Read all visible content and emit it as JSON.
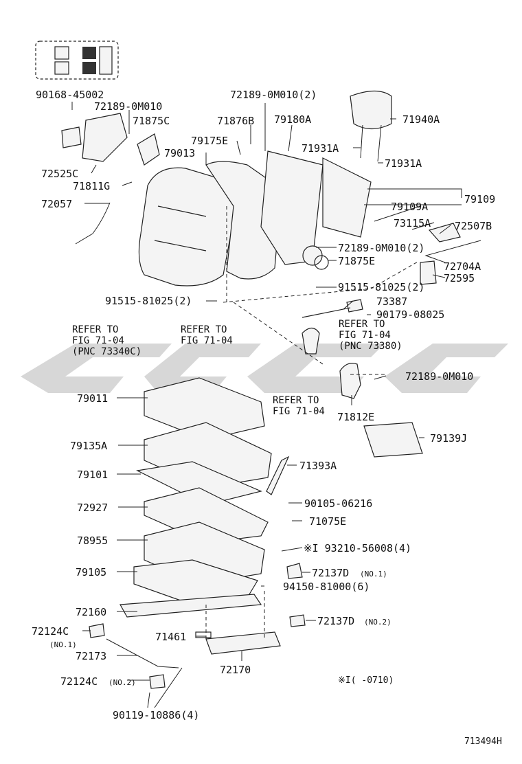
{
  "labels": {
    "p90168": "90168-45002",
    "p72189_top": "72189-0M010",
    "p72189_2": "72189-0M010(2)",
    "p71875C": "71875C",
    "p71876B": "71876B",
    "p79180A": "79180A",
    "p71940A": "71940A",
    "p79175E": "79175E",
    "p79013": "79013",
    "p71931A_1": "71931A",
    "p71931A_2": "71931A",
    "p72525C": "72525C",
    "p71811G": "71811G",
    "p72057": "72057",
    "p79109": "79109",
    "p79109A": "79109A",
    "p73115A": "73115A",
    "p72507B": "72507B",
    "p72189_2b": "72189-0M010(2)",
    "p71875E": "71875E",
    "p72704A": "72704A",
    "p91515_right": "91515-81025(2)",
    "p72595": "72595",
    "p91515_left": "91515-81025(2)",
    "p73387": "73387",
    "p90179": "90179-08025",
    "p72189_single": "72189-0M010",
    "p79011": "79011",
    "p71812E": "71812E",
    "p79139J": "79139J",
    "p79135A": "79135A",
    "p71393A": "71393A",
    "p79101": "79101",
    "p90105": "90105-06216",
    "p72927": "72927",
    "p71075E": "71075E",
    "p78955": "78955",
    "p93210": "※I 93210-56008(4)",
    "p79105": "79105",
    "p72137D_1": "72137D",
    "p72137D_1_note": "(NO.1)",
    "p94150": "94150-81000(6)",
    "p72160": "72160",
    "p72137D_2": "72137D",
    "p72137D_2_note": "(NO.2)",
    "p72124C_1": "72124C",
    "p72124C_1_note": "(NO.1)",
    "p71461": "71461",
    "p72173": "72173",
    "p72170": "72170",
    "p72124C_2": "72124C",
    "p72124C_2_note": "(NO.2)",
    "p90119": "90119-10886(4)"
  },
  "references": {
    "ref1": [
      "REFER TO",
      "FIG 71-04",
      "(PNC 73340C)"
    ],
    "ref2": [
      "REFER TO",
      "FIG 71-04"
    ],
    "ref3": [
      "REFER TO",
      "FIG 71-04",
      "(PNC 73380)"
    ],
    "ref4": [
      "REFER TO",
      "FIG 71-04"
    ]
  },
  "footnote": "※I(      -0710)",
  "figure_code": "713494H"
}
